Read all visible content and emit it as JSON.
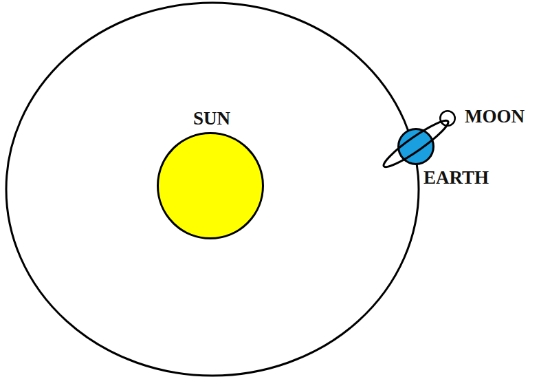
{
  "diagram": {
    "nodes": [
      {
        "text": [
          "SUN"
        ]
      },
      {
        "text": [
          "MOON"
        ]
      },
      {
        "text": [
          "EARTH"
        ]
      }
    ]
  }
}
